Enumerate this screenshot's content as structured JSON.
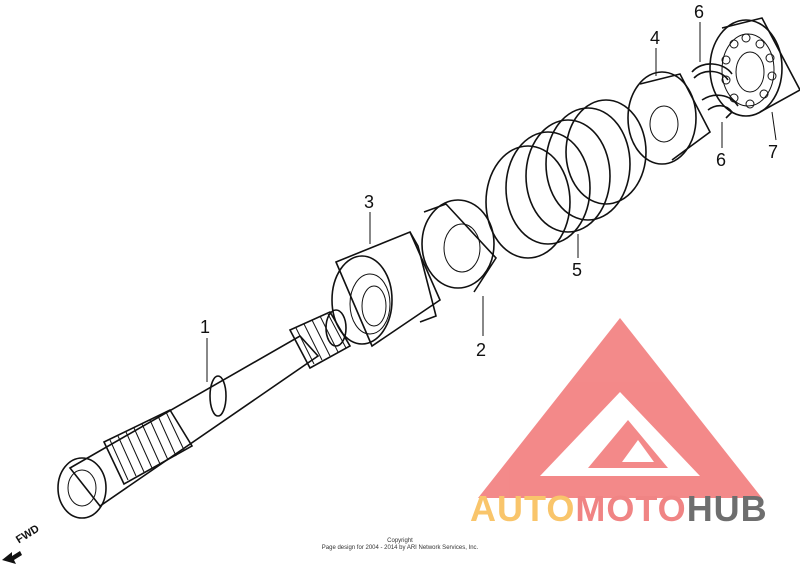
{
  "callouts": {
    "c1": "1",
    "c2": "2",
    "c3": "3",
    "c4": "4",
    "c5": "5",
    "c6a": "6",
    "c6b": "6",
    "c7": "7"
  },
  "fwd": "FWD",
  "copyright": {
    "line1": "Copyright",
    "line2": "Page design for 2004 - 2014 by ARI Network Services, Inc."
  },
  "watermark": {
    "part1": "AUTO",
    "part2": "MOTO",
    "part3": "HUB",
    "color_orange": "#f9c56b",
    "color_red": "#f08484",
    "color_grey": "#6e6e6e",
    "logo_color": "#f27d7d"
  }
}
